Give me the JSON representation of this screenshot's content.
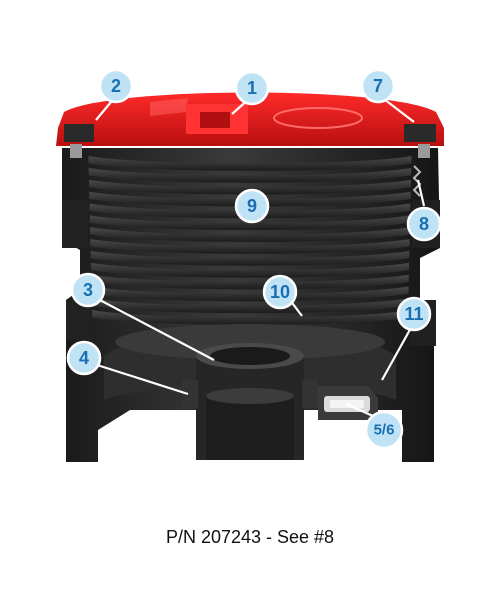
{
  "caption": "P/N 207243 - See #8",
  "colors": {
    "lid": "#e01b1b",
    "body": "#2b2b2b",
    "callout_fill": "#bfe3f5",
    "callout_text": "#1a6fb3"
  },
  "callouts": [
    {
      "id": "1",
      "label": "1"
    },
    {
      "id": "2",
      "label": "2"
    },
    {
      "id": "3",
      "label": "3"
    },
    {
      "id": "4",
      "label": "4"
    },
    {
      "id": "5_6",
      "label": "5/6"
    },
    {
      "id": "7",
      "label": "7"
    },
    {
      "id": "8",
      "label": "8"
    },
    {
      "id": "9",
      "label": "9"
    },
    {
      "id": "10",
      "label": "10"
    },
    {
      "id": "11",
      "label": "11"
    }
  ]
}
